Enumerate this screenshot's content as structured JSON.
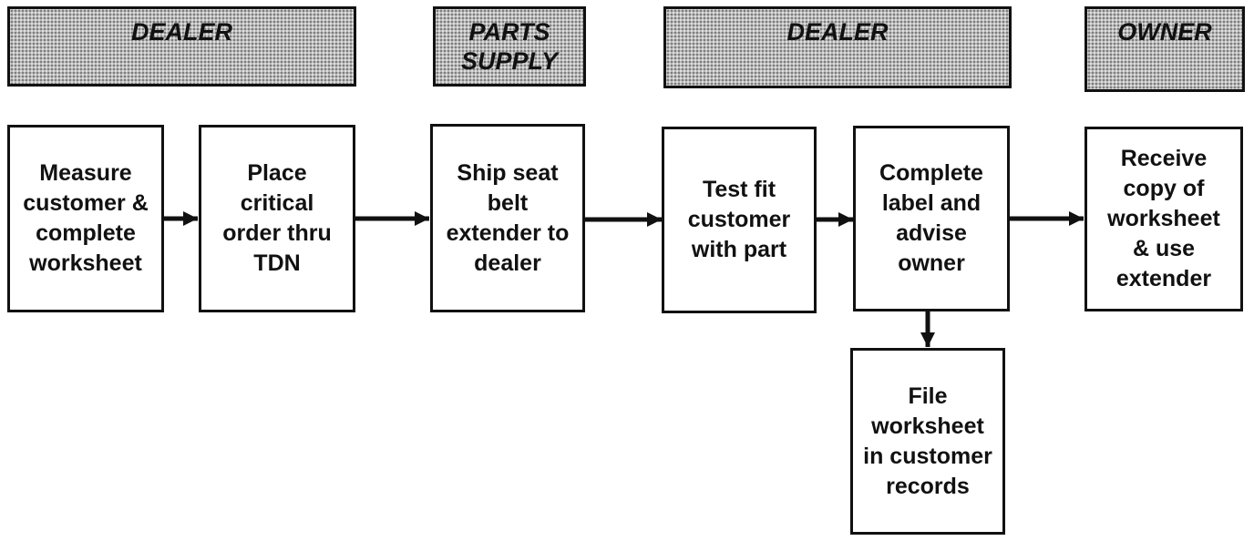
{
  "headers": {
    "dealer_left": "DEALER",
    "parts_supply_line1": "PARTS",
    "parts_supply_line2": "SUPPLY",
    "dealer_right": "DEALER",
    "owner": "OWNER"
  },
  "steps": {
    "measure": "Measure\ncustomer &\ncomplete\nworksheet",
    "place_order": "Place\ncritical\norder thru\nTDN",
    "ship": "Ship seat\nbelt\nextender to\ndealer",
    "test_fit": "Test fit\ncustomer\nwith part",
    "complete_label": "Complete\nlabel and\nadvise\nowner",
    "receive_copy": "Receive\ncopy of\nworksheet\n& use\nextender",
    "file_worksheet": "File\nworksheet\nin customer\nrecords"
  }
}
